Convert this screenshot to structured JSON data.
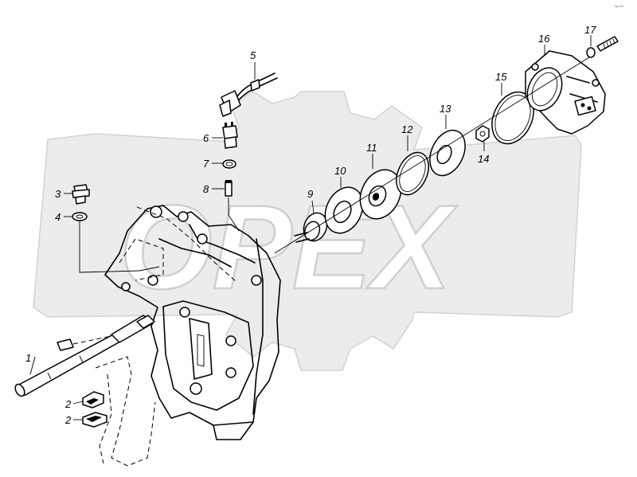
{
  "watermark": {
    "text": "OPEX"
  },
  "corner_code": "sp-xxx",
  "callouts": [
    {
      "id": "c1",
      "label": "1"
    },
    {
      "id": "c2a",
      "label": "2"
    },
    {
      "id": "c2b",
      "label": "2"
    },
    {
      "id": "c3",
      "label": "3"
    },
    {
      "id": "c4",
      "label": "4"
    },
    {
      "id": "c5",
      "label": "5"
    },
    {
      "id": "c6",
      "label": "6"
    },
    {
      "id": "c7",
      "label": "7"
    },
    {
      "id": "c8",
      "label": "8"
    },
    {
      "id": "c9",
      "label": "9"
    },
    {
      "id": "c10",
      "label": "10"
    },
    {
      "id": "c11",
      "label": "11"
    },
    {
      "id": "c12",
      "label": "12"
    },
    {
      "id": "c13",
      "label": "13"
    },
    {
      "id": "c14",
      "label": "14"
    },
    {
      "id": "c15",
      "label": "15"
    },
    {
      "id": "c16",
      "label": "16"
    },
    {
      "id": "c17",
      "label": "17"
    }
  ]
}
